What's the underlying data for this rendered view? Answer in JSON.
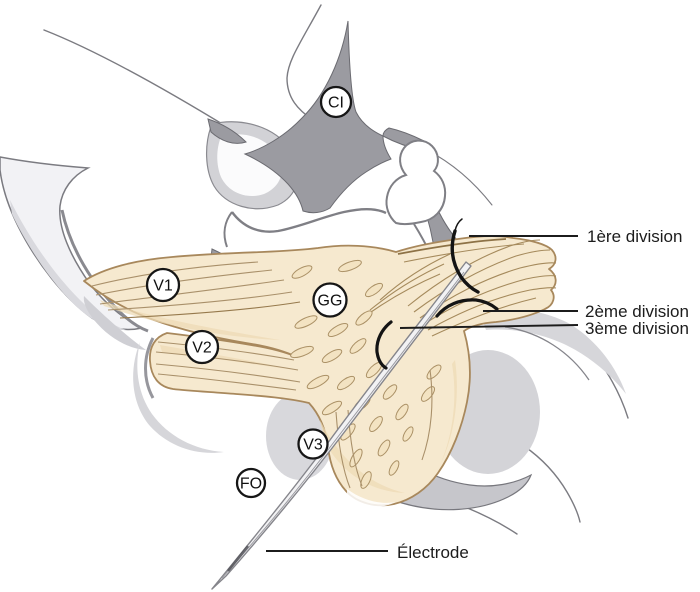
{
  "figure": {
    "description": "Anatomical diagram of the trigeminal nerve and Gasserian ganglion with percutaneous electrode",
    "callouts": {
      "ci": "CI",
      "v1": "V1",
      "v2": "V2",
      "gg": "GG",
      "v3": "V3",
      "fo": "FO"
    },
    "annotations": {
      "division1": "1ère division",
      "division2": "2ème division",
      "division3": "3ème division",
      "electrode": "Électrode"
    },
    "colors": {
      "nerve_fill": "#f6e9cf",
      "nerve_outline": "#a8885c",
      "nerve_fiber": "#ab9166",
      "artery_gray": "#9b9ba1",
      "bone_shadow": "#d6d6da",
      "contour_gray": "#7b7b81",
      "ink": "#1c1c1c"
    }
  }
}
